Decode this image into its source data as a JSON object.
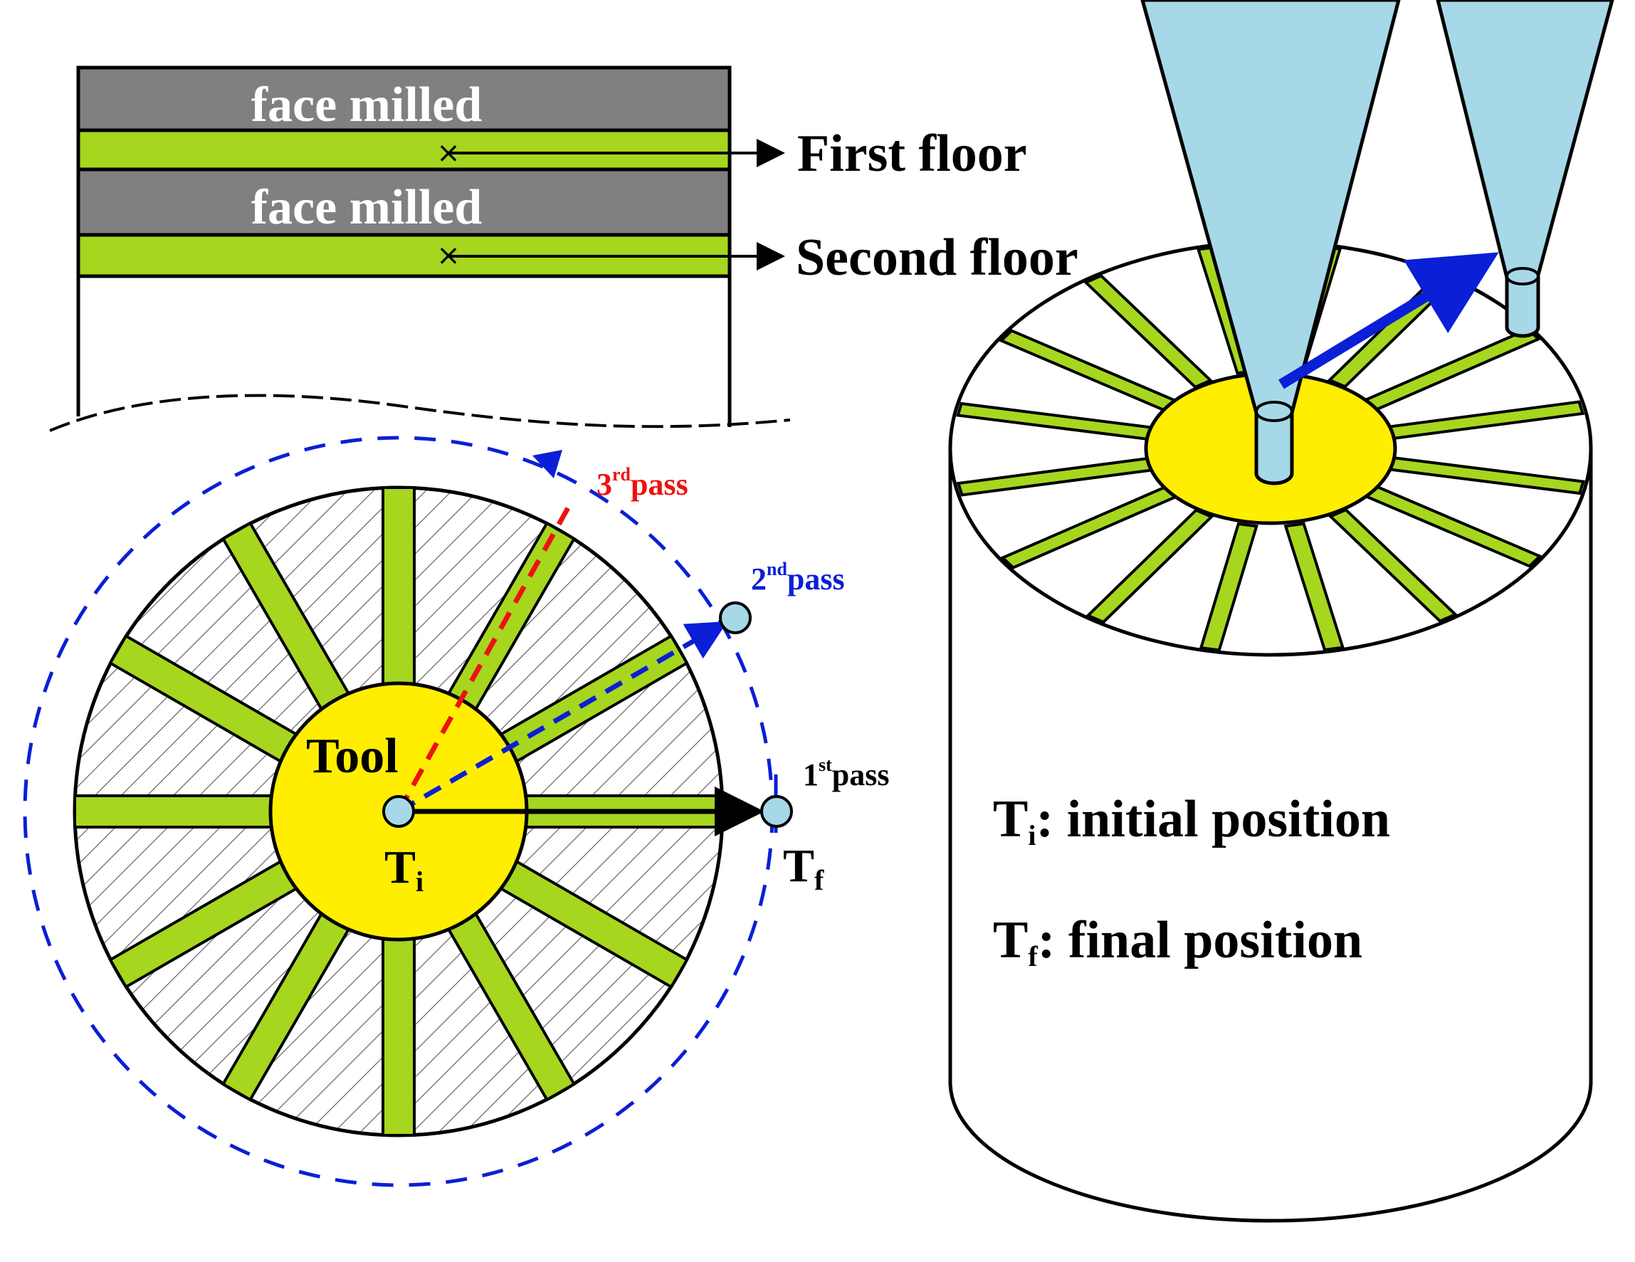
{
  "side_section": {
    "layers": [
      {
        "label": "face milled",
        "type": "milled"
      },
      {
        "label": "First floor",
        "type": "floor"
      },
      {
        "label": "face milled",
        "type": "milled"
      },
      {
        "label": "Second floor",
        "type": "floor"
      }
    ]
  },
  "top_view": {
    "tool_label": "Tool",
    "initial_label_main": "T",
    "initial_label_sub": "i",
    "final_label_main": "T",
    "final_label_sub": "f",
    "passes": [
      {
        "ordinal": "1",
        "suffix": "st",
        "word": "pass",
        "color": "#000000"
      },
      {
        "ordinal": "2",
        "suffix": "nd",
        "word": "pass",
        "color": "#0a1fd6"
      },
      {
        "ordinal": "3",
        "suffix": "rd",
        "word": "pass",
        "color": "#ee1111"
      }
    ]
  },
  "legend": {
    "items": [
      {
        "symbol": "T",
        "sub": "i",
        "text": ": initial position"
      },
      {
        "symbol": "T",
        "sub": "f",
        "text": ": final position"
      }
    ]
  },
  "colors": {
    "floor_green": "#a6d61e",
    "milled_gray": "#808080",
    "tool_yellow": "#ffee00",
    "tool_blue": "#a6d8e8",
    "path_blue": "#0a1fd6",
    "path_red": "#ee1111"
  }
}
